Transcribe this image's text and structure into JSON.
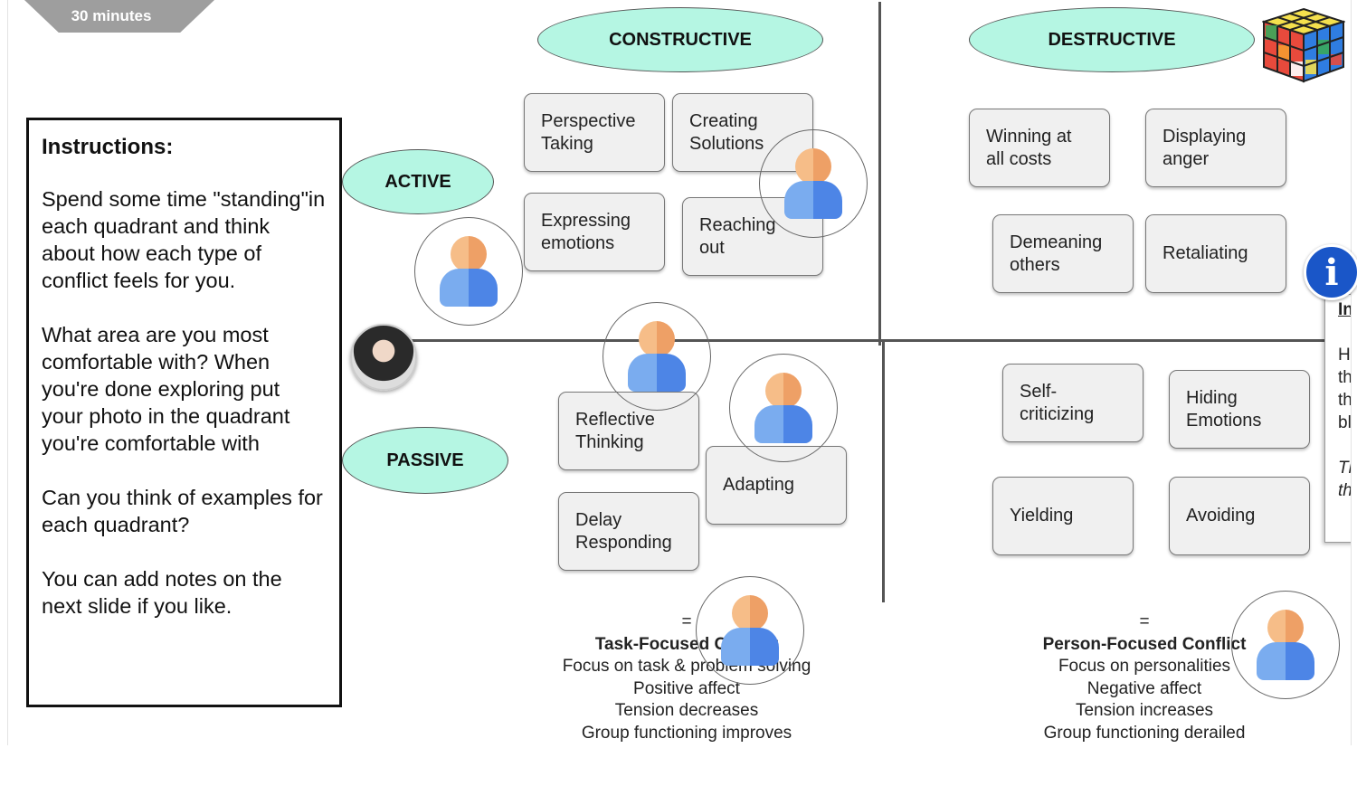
{
  "timer": {
    "label": "30 minutes"
  },
  "instructions": {
    "heading": "Instructions:",
    "p1": "Spend some time \"standing\"in each quadrant and think about how each type of conflict feels for you.",
    "p2": "What area are you most comfortable with? When you're done exploring put your photo in the quadrant you're comfortable with",
    "p3": "Can you think of examples for each quadrant?",
    "p4": "You can add notes on the next slide if you like."
  },
  "axes": {
    "constructive": "CONSTRUCTIVE",
    "destructive": "DESTRUCTIVE",
    "active": "ACTIVE",
    "passive": "PASSIVE"
  },
  "cards": {
    "perspective_taking": "Perspective\nTaking",
    "creating_solutions": "Creating\nSolutions",
    "expressing_emotions": "Expressing\nemotions",
    "reaching_out": "Reaching\nout",
    "reflective_thinking": "Reflective\nThinking",
    "adapting": "Adapting",
    "delay_responding": "Delay\nResponding",
    "winning_at_all_costs": "Winning at\nall costs",
    "displaying_anger": "Displaying\nanger",
    "demeaning_others": "Demeaning\nothers",
    "retaliating": "Retaliating",
    "self_criticizing": "Self-\ncriticizing",
    "hiding_emotions": "Hiding\nEmotions",
    "yielding": "Yielding",
    "avoiding": "Avoiding"
  },
  "task_summary": {
    "equals": "=",
    "title": "Task-Focused Conflict",
    "lines": [
      "Focus on task & problem solving",
      "Positive affect",
      "Tension decreases",
      "Group functioning improves"
    ]
  },
  "person_summary": {
    "equals": "=",
    "title": "Person-Focused Conflict",
    "lines": [
      "Focus on personalities",
      "Negative affect",
      "Tension increases",
      "Group functioning derailed"
    ]
  },
  "info_panel": {
    "lines": [
      "Inf",
      "",
      "He",
      "the",
      "tha",
      "blo",
      "",
      "Th",
      "the"
    ]
  },
  "icons": [
    "user-avatar-icon",
    "rubiks-cube-icon",
    "info-icon",
    "profile-photo"
  ],
  "colors": {
    "ellipse_fill": "#b5f6e3",
    "card_fill": "#f0f0f0",
    "avatar_blue": "#4d85e6",
    "avatar_orange": "#f6bd88"
  }
}
